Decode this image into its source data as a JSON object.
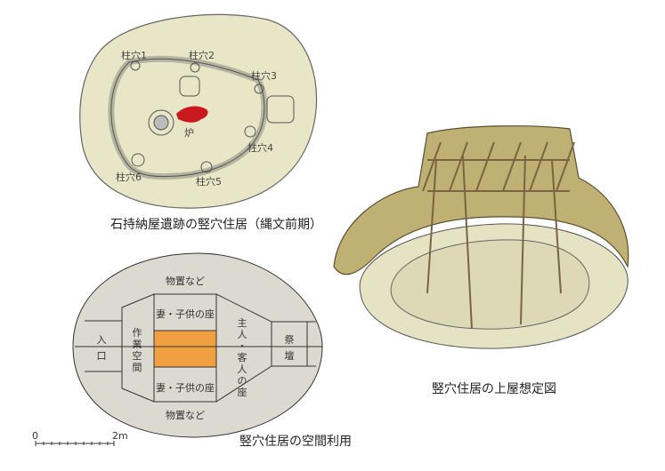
{
  "plan": {
    "caption": "石持納屋遺跡の竪穴住居（縄文前期）",
    "posts": [
      "柱穴1",
      "柱穴2",
      "柱穴3",
      "柱穴4",
      "柱穴5",
      "柱穴6"
    ],
    "hearth": "炉"
  },
  "space_use": {
    "caption": "竪穴住居の空間利用",
    "storage_top": "物置など",
    "storage_bottom": "物置など",
    "entrance": [
      "入",
      "口"
    ],
    "work_space": [
      "作",
      "業",
      "空",
      "間"
    ],
    "wife_children_top": "妻・子供の座",
    "wife_children_bottom": "妻・子供の座",
    "master_guest": [
      "主",
      "人",
      "・",
      "客",
      "人",
      "の",
      "座"
    ],
    "altar": [
      "祭",
      "壇"
    ],
    "scale_start": "0",
    "scale_end": "2m",
    "colors": {
      "hearth": "#f0a040",
      "floor": "#dcd9d0"
    }
  },
  "reconstruction": {
    "caption": "竪穴住居の上屋想定図"
  }
}
